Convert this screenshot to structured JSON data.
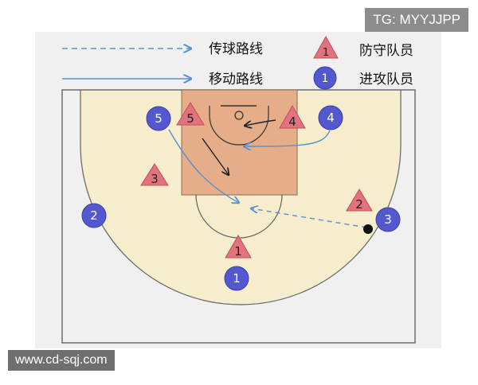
{
  "legend": {
    "pass_label": "传球路线",
    "move_label": "移动路线",
    "defender_label": "防守队员",
    "attacker_label": "进攻队员",
    "defender_symbol": "1",
    "attacker_symbol": "1"
  },
  "players": {
    "defenders": [
      "5",
      "4",
      "3",
      "2",
      "1"
    ],
    "attackers": [
      "5",
      "4",
      "2",
      "3",
      "1"
    ]
  },
  "watermarks": {
    "top": "TG: MYYJJPP",
    "bottom": "www.cd-sqj.com"
  },
  "colors": {
    "defender": "#e2727d",
    "attacker": "#5358cf",
    "paint": "#e5ae88",
    "court_zone": "#f5edcb",
    "floor": "#f0f0f0",
    "arrow": "#5a8fd0",
    "court_line": "#6d6d6d"
  }
}
